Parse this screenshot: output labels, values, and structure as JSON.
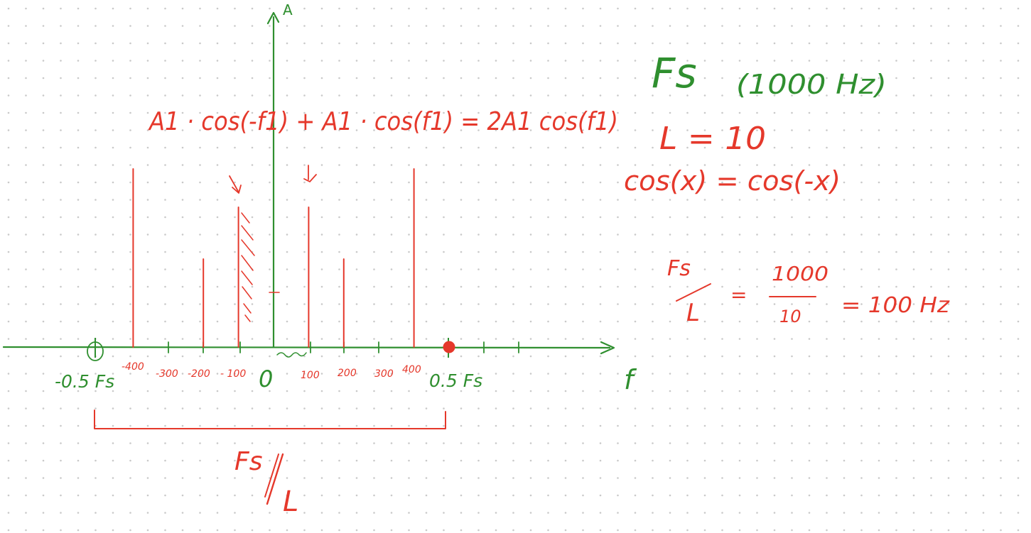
{
  "axes": {
    "y_label": "A",
    "x_label": "f"
  },
  "tick_labels": [
    "-400",
    "-300",
    "-200",
    "- 100",
    "0",
    "100",
    "200",
    "300",
    "400"
  ],
  "edge_labels": {
    "left": "-0.5 Fs",
    "right": "0.5 Fs"
  },
  "span_label": {
    "numerator": "Fs",
    "denominator": "L"
  },
  "equation_top": "A1 · cos(-f1) + A1 · cos(f1) = 2A1 cos(f1)",
  "notes": {
    "fs_symbol": "Fs",
    "fs_value": "(1000 Hz)",
    "l_line": "L = 10",
    "cos_identity": "cos(x) = cos(-x)",
    "ratio_num": "Fs",
    "ratio_den": "L",
    "ratio_mid_num": "1000",
    "ratio_mid_den": "10",
    "ratio_result": "= 100 Hz",
    "ratio_eq": "="
  },
  "spectrum_lines": [
    {
      "f": -400,
      "level": "tall"
    },
    {
      "f": -200,
      "level": "short"
    },
    {
      "f": -100,
      "level": "medium"
    },
    {
      "f": 100,
      "level": "medium"
    },
    {
      "f": 200,
      "level": "short"
    },
    {
      "f": 400,
      "level": "tall"
    }
  ],
  "colors": {
    "green": "#2f8f2f",
    "red": "#e5382b",
    "dot_grid": "#c9c9c9",
    "background": "#ffffff"
  }
}
